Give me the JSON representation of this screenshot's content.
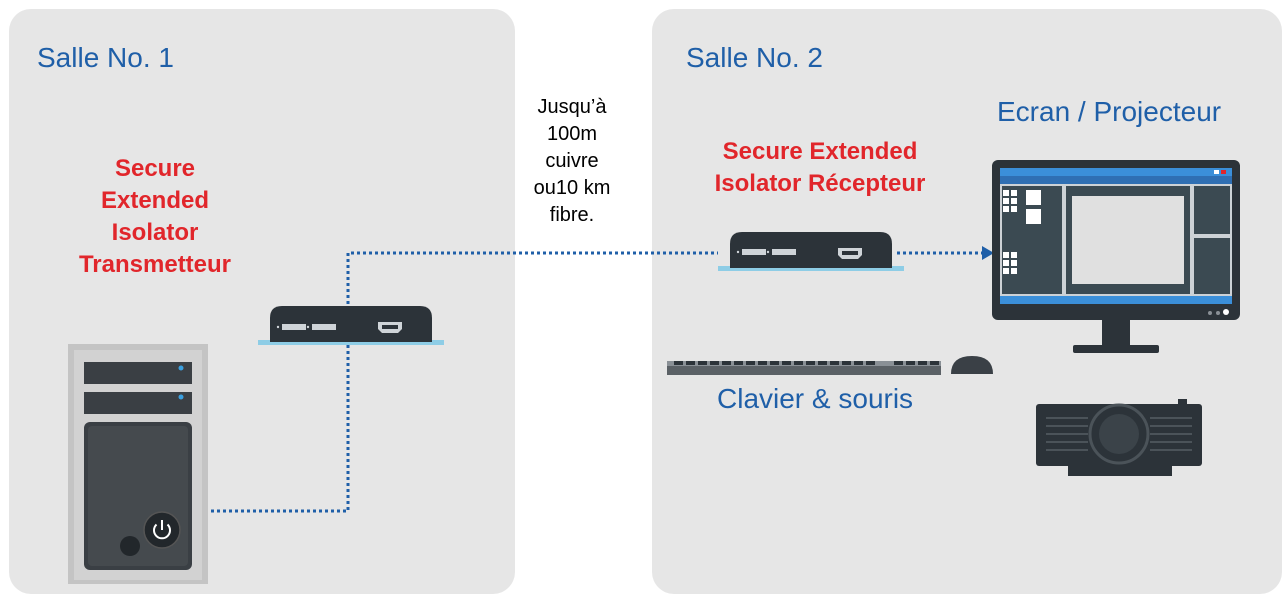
{
  "room1": {
    "title": "Salle No. 1"
  },
  "room2": {
    "title": "Salle No. 2"
  },
  "transmitter": {
    "label_lines": [
      "Secure",
      "Extended",
      "Isolator",
      "Transmetteur"
    ]
  },
  "receiver": {
    "label_lines": [
      "Secure Extended",
      "Isolator Récepteur"
    ]
  },
  "link": {
    "note_lines": [
      "Jusqu’à",
      "100m",
      "cuivre",
      "ou10 km",
      "fibre."
    ]
  },
  "display": {
    "label": "Ecran / Projecteur"
  },
  "peripherals": {
    "label": "Clavier & souris"
  },
  "colors": {
    "room_bg": "#e6e6e6",
    "title_blue": "#1f5fa8",
    "device_red": "#e1262b",
    "device_dark": "#2c3339",
    "cable_blue": "#1f5fa8",
    "accent_cyan": "#8ecde6"
  },
  "icons": [
    "pc-tower-icon",
    "extender-transmitter-icon",
    "extender-receiver-icon",
    "monitor-icon",
    "keyboard-icon",
    "mouse-icon",
    "projector-icon",
    "power-icon"
  ]
}
